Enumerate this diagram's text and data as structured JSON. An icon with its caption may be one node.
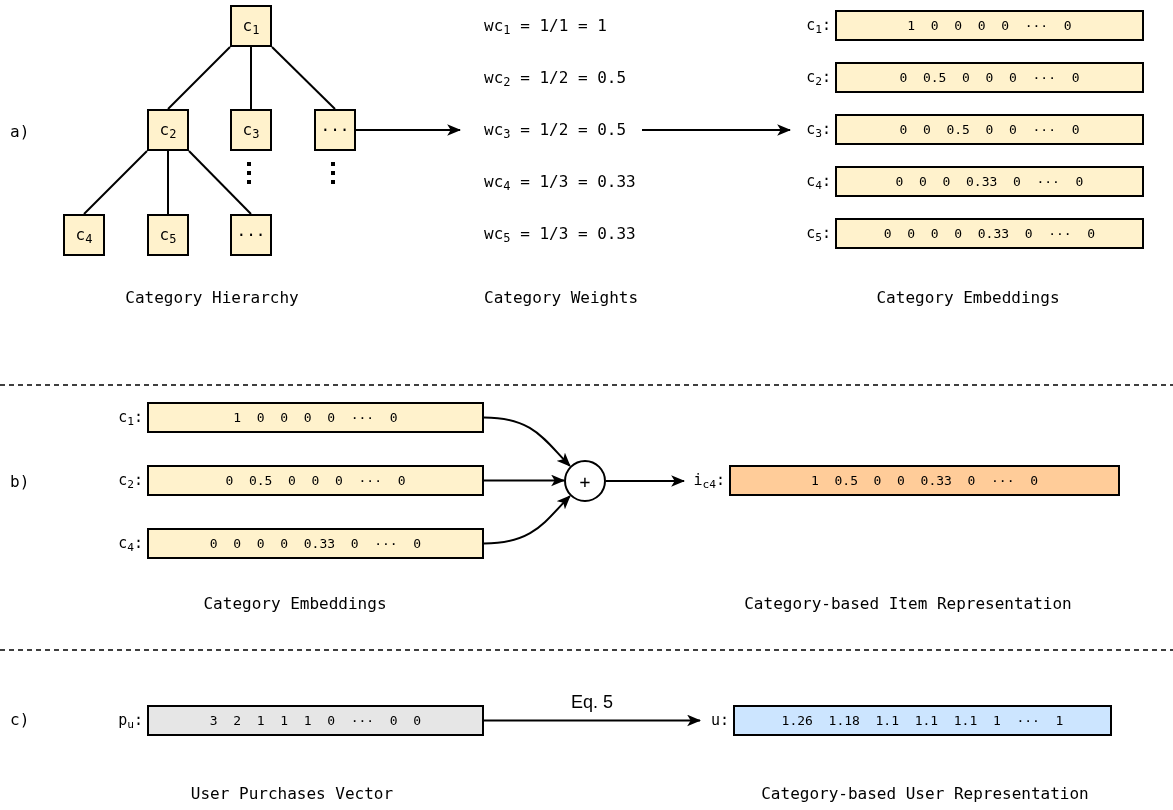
{
  "diagram": {
    "nodes": [
      {
        "text": [
          "c$_{1}$"
        ]
      },
      {
        "text": [
          "c$_{2}$"
        ]
      },
      {
        "text": [
          "c$_{3}$"
        ]
      },
      {
        "text": [
          "···"
        ]
      },
      {
        "text": [
          "c$_{4}$"
        ]
      },
      {
        "text": [
          "c$_{5}$"
        ]
      },
      {
        "text": [
          "···"
        ]
      },
      {
        "text": [
          "wc$_{1}$ = 1/1 = 1",
          "wc$_{2}$ = 1/2 = 0.5",
          "wc$_{3}$ = 1/2 = 0.5",
          "wc$_{4}$ = 1/3 = 0.33",
          "wc$_{5}$ = 1/3 = 0.33"
        ]
      },
      {
        "text": [
          "c$_{1}$:",
          "1  0  0  0  0  ···  0"
        ]
      },
      {
        "text": [
          "c$_{2}$:",
          "0  0.5  0  0  0  ···  0"
        ]
      },
      {
        "text": [
          "c$_{3}$:",
          "0  0  0.5  0  0  ···  0"
        ]
      },
      {
        "text": [
          "c$_{4}$:",
          "0  0  0  0.33  0  ···  0"
        ]
      },
      {
        "text": [
          "c$_{5}$:",
          "0  0  0  0  0.33  0  ···  0"
        ]
      },
      {
        "text": [
          "c$_{1}$:",
          "1  0  0  0  0  ···  0"
        ]
      },
      {
        "text": [
          "c$_{2}$:",
          "0  0.5  0  0  0  ···  0"
        ]
      },
      {
        "text": [
          "c$_{4}$:",
          "0  0  0  0  0.33  0  ···  0"
        ]
      },
      {
        "text": [
          "+"
        ]
      },
      {
        "text": [
          "i$_{c4}$:",
          "1  0.5  0  0  0.33  0  ···  0"
        ]
      },
      {
        "text": [
          "p$_{u}$:",
          "3  2  1  1  1  0  ···  0  0"
        ]
      },
      {
        "text": [
          "u:",
          "1.26  1.18  1.1  1.1  1.1  1  ···  1"
        ]
      }
    ],
    "edges": [
      {
        "from": 0,
        "to": 1,
        "arrow": "none"
      },
      {
        "from": 0,
        "to": 2,
        "arrow": "none"
      },
      {
        "from": 0,
        "to": 3,
        "arrow": "none"
      },
      {
        "from": 1,
        "to": 4,
        "arrow": "none"
      },
      {
        "from": 1,
        "to": 5,
        "arrow": "none"
      },
      {
        "from": 1,
        "to": 6,
        "arrow": "none"
      },
      {
        "from": 3,
        "to": 7,
        "arrow": "to"
      },
      {
        "from": 7,
        "to": 10,
        "arrow": "to"
      },
      {
        "from": 13,
        "to": 16,
        "arrow": "to"
      },
      {
        "from": 14,
        "to": 16,
        "arrow": "to"
      },
      {
        "from": 15,
        "to": 16,
        "arrow": "to"
      },
      {
        "from": 16,
        "to": 17,
        "arrow": "to"
      },
      {
        "from": 18,
        "to": 19,
        "arrow": "to",
        "label": "Eq. 5"
      }
    ],
    "labels": [
      "a)",
      "Category Hierarchy",
      "Category Weights",
      "Category Embeddings",
      "b)",
      "Category Embeddings",
      "Category-based Item Representation",
      "c)",
      "User Purchases Vector",
      "Category-based User Representation"
    ]
  }
}
